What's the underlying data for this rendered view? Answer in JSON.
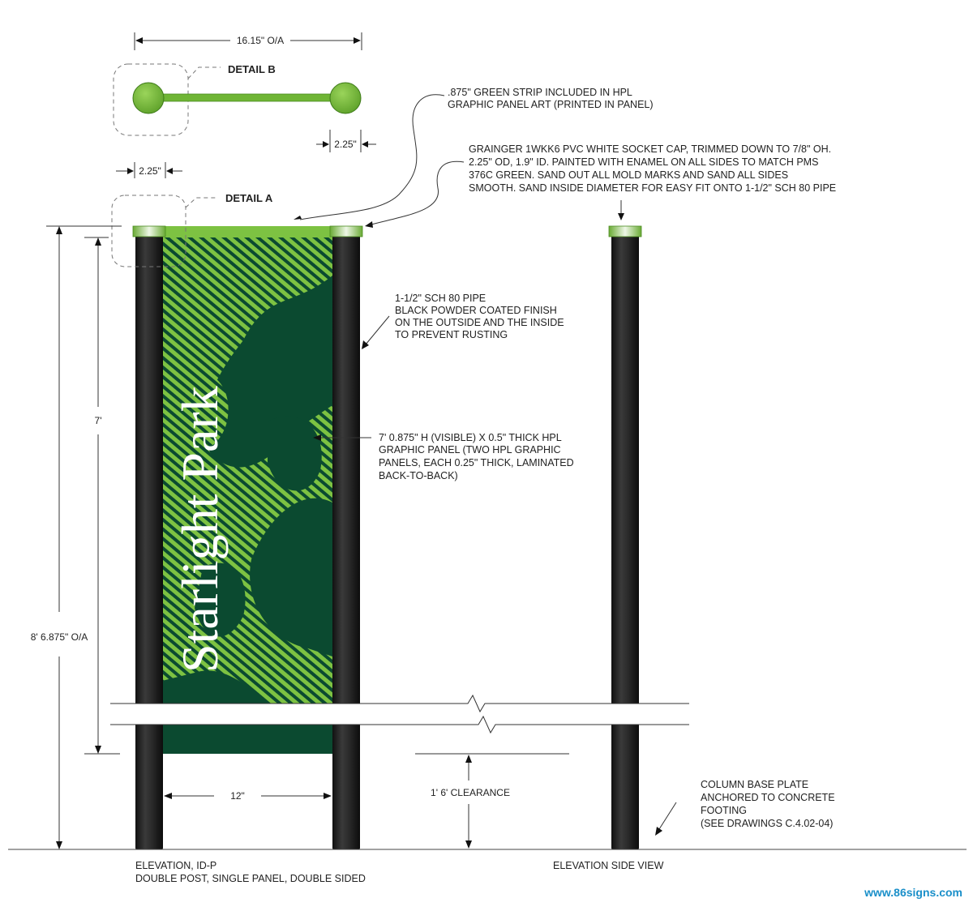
{
  "panel": {
    "title": "Starlight Park"
  },
  "details": {
    "detail_b": "DETAIL B",
    "detail_a": "DETAIL A"
  },
  "dimensions": {
    "overall_width": "16.15\" O/A",
    "cap_right": "2.25\"",
    "cap_left": "2.25\"",
    "panel_height": "7'",
    "overall_height": "8' 6.875\" O/A",
    "post_spacing": "12\"",
    "clearance": "1' 6' CLEARANCE"
  },
  "notes": {
    "green_strip": [
      ".875\" GREEN STRIP INCLUDED IN HPL",
      "GRAPHIC PANEL ART (PRINTED IN PANEL)"
    ],
    "socket_cap": [
      "GRAINGER 1WKK6 PVC WHITE SOCKET CAP, TRIMMED DOWN TO 7/8\" OH.",
      "2.25\" OD, 1.9\" ID. PAINTED WITH ENAMEL ON ALL SIDES TO MATCH PMS",
      "376C GREEN. SAND OUT ALL MOLD MARKS AND SAND ALL SIDES",
      "SMOOTH. SAND INSIDE DIAMETER FOR EASY FIT ONTO 1-1/2\" SCH 80 PIPE"
    ],
    "pipe": [
      "1-1/2\" SCH 80 PIPE",
      "BLACK POWDER COATED FINISH",
      "ON THE OUTSIDE AND THE INSIDE",
      "TO PREVENT RUSTING"
    ],
    "hpl_panel": [
      "7' 0.875\" H (VISIBLE) X 0.5\" THICK HPL",
      "GRAPHIC  PANEL (TWO HPL GRAPHIC",
      "PANELS,  EACH 0.25\" THICK, LAMINATED",
      "BACK-TO-BACK)"
    ],
    "base_plate": [
      "COLUMN BASE PLATE",
      "ANCHORED TO CONCRETE",
      "FOOTING",
      "(SEE DRAWINGS C.4.02-04)"
    ]
  },
  "captions": {
    "elevation": [
      "ELEVATION, ID-P",
      "DOUBLE POST, SINGLE PANEL, DOUBLE SIDED"
    ],
    "side_view": "ELEVATION SIDE VIEW"
  },
  "footer": {
    "website": "www.86signs.com"
  },
  "colors": {
    "dark_green": "#0b4a30",
    "light_green": "#7dc242",
    "post_black": "#1e1e1e",
    "accent_blue": "#1a8fc9"
  }
}
